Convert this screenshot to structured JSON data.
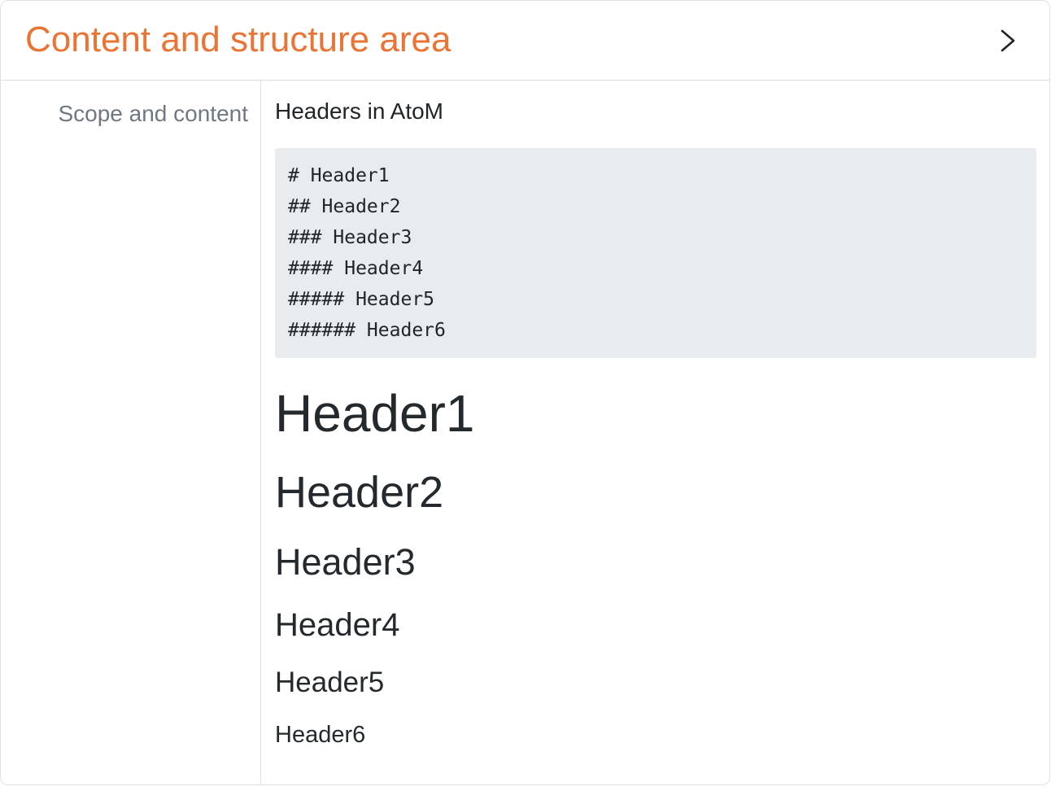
{
  "section": {
    "title": "Content and structure area",
    "chevron_icon": "chevron-right"
  },
  "field": {
    "label": "Scope and content",
    "intro": "Headers in AtoM",
    "code_lines": [
      "# Header1",
      "## Header2",
      "### Header3",
      "#### Header4",
      "##### Header5",
      "###### Header6"
    ],
    "rendered_headings": [
      {
        "level": 1,
        "text": "Header1"
      },
      {
        "level": 2,
        "text": "Header2"
      },
      {
        "level": 3,
        "text": "Header3"
      },
      {
        "level": 4,
        "text": "Header4"
      },
      {
        "level": 5,
        "text": "Header5"
      },
      {
        "level": 6,
        "text": "Header6"
      }
    ]
  },
  "colors": {
    "accent_orange": "#e97433",
    "text_dark": "#212529",
    "label_gray": "#6f7881",
    "border_gray": "#dee2e6",
    "code_background": "#e9ecef"
  }
}
